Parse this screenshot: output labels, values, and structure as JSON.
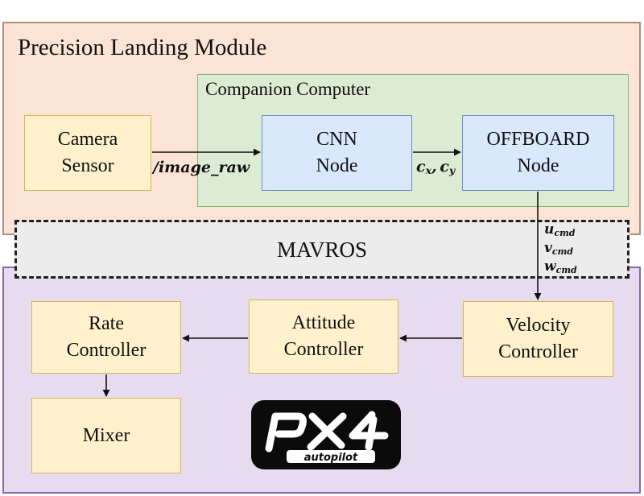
{
  "regions": {
    "precision_landing": "Precision Landing Module",
    "companion_computer": "Companion Computer",
    "mavros": "MAVROS"
  },
  "nodes": {
    "camera": [
      "Camera",
      "Sensor"
    ],
    "cnn": [
      "CNN",
      "Node"
    ],
    "offboard": [
      "OFFBOARD",
      "Node"
    ],
    "velocity": [
      "Velocity",
      "Controller"
    ],
    "attitude": [
      "Attitude",
      "Controller"
    ],
    "rate": [
      "Rate",
      "Controller"
    ],
    "mixer": "Mixer"
  },
  "signals": {
    "image_raw": "/image_raw",
    "cx_base": "c",
    "cx_sub": "x",
    "cy_base": "c",
    "cy_sub": "y",
    "u_base": "u",
    "v_base": "v",
    "w_base": "w",
    "cmd_sub": "cmd"
  },
  "logo": {
    "mark": "PX4",
    "sub": "autopilot"
  },
  "colors": {
    "precision_landing_fill": "#fbe3d6",
    "px4_fill": "#e6dbef",
    "companion_fill": "#dcebd3",
    "mavros_fill": "#ececec",
    "yellow_node": "#fff1cc",
    "blue_node": "#dae8fc"
  }
}
